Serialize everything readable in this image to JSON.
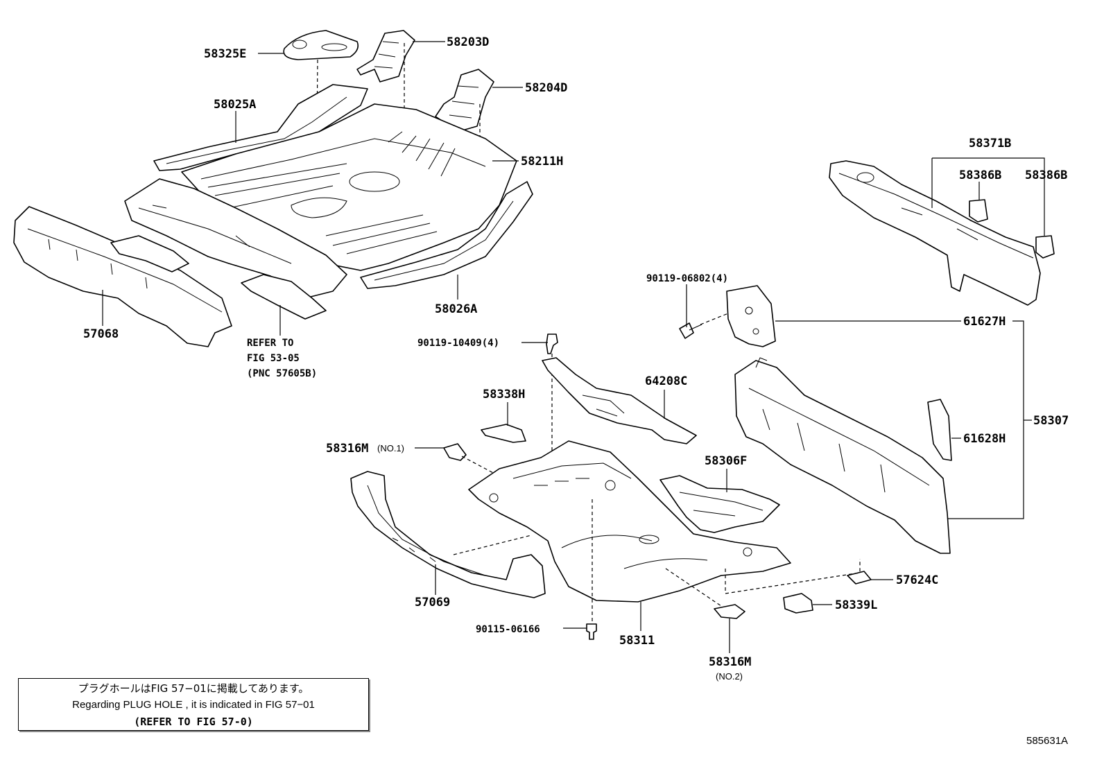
{
  "labels": {
    "p58325E": "58325E",
    "p58203D": "58203D",
    "p58204D": "58204D",
    "p58025A": "58025A",
    "p58211H": "58211H",
    "p58026A": "58026A",
    "p57068": "57068",
    "refer_1": "REFER TO",
    "refer_2": "FIG 53-05",
    "refer_3": "(PNC 57605B)",
    "p58371B": "58371B",
    "p58386B_a": "58386B",
    "p58386B_b": "58386B",
    "p90119_06802": "90119-06802(4)",
    "p61627H": "61627H",
    "p90119_10409": "90119-10409(4)",
    "p64208C": "64208C",
    "p58338H": "58338H",
    "p58316M_1": "58316M",
    "p58316M_1_sub": "(NO.1)",
    "p58307": "58307",
    "p61628H": "61628H",
    "p58306F": "58306F",
    "p57624C": "57624C",
    "p58339L": "58339L",
    "p57069": "57069",
    "p90115_06166": "90115-06166",
    "p58311": "58311",
    "p58316M_2": "58316M",
    "p58316M_2_sub": "(NO.2)"
  },
  "note": {
    "line_jp": "プラグホールはFIG 57−01に掲載してあります。",
    "line_en": "Regarding PLUG HOLE , it is indicated in FIG 57−01",
    "line_ref": "(REFER TO FIG 57-0)"
  },
  "figure_code": "585631A"
}
